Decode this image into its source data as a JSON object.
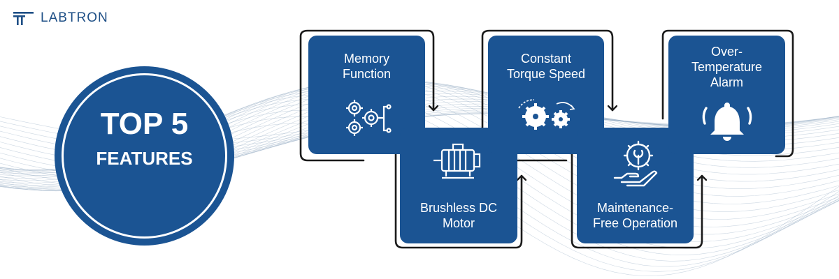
{
  "brand": {
    "name": "LABTRON"
  },
  "badge": {
    "line1": "TOP 5",
    "line2": "FEATURES"
  },
  "features": [
    {
      "label": "Memory\nFunction",
      "icon": "gears-icon"
    },
    {
      "label": "Brushless DC\nMotor",
      "icon": "motor-icon"
    },
    {
      "label": "Constant\nTorque Speed",
      "icon": "rotating-gears-icon"
    },
    {
      "label": "Maintenance-\nFree Operation",
      "icon": "wrench-gear-hand-icon"
    },
    {
      "label": "Over-\nTemperature\nAlarm",
      "icon": "alarm-bell-icon"
    }
  ],
  "colors": {
    "primary": "#1b5493",
    "background": "#ffffff",
    "line": "#1a1a1a",
    "logo": "#1e4f86",
    "wave": "#8fa6be"
  }
}
